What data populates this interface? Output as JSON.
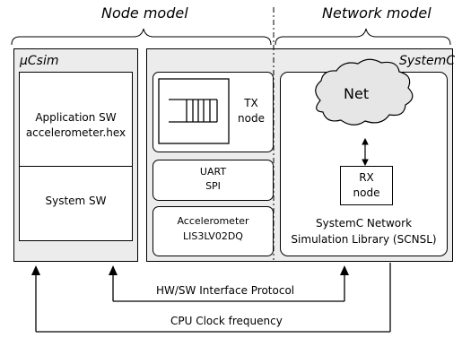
{
  "headers": {
    "node_model": "Node model",
    "network_model": "Network model"
  },
  "left_panel": {
    "title": "μCsim",
    "application_line1": "Application SW",
    "application_line2": "accelerometer.hex",
    "system_sw": "System SW"
  },
  "right_panel": {
    "title": "SystemC",
    "tx_line1": "TX",
    "tx_line2": "node",
    "uart": "UART",
    "spi": "SPI",
    "accel_line1": "Accelerometer",
    "accel_line2": "LIS3LV02DQ",
    "net": "Net",
    "rx_line1": "RX",
    "rx_line2": "node",
    "scnsl_line1": "SystemC Network",
    "scnsl_line2": "Simulation Library (SCNSL)"
  },
  "arrows": {
    "hw_sw": "HW/SW Interface Protocol",
    "cpu_clock": "CPU Clock frequency"
  },
  "colors": {
    "panel_fill": "#ececec",
    "cloud_fill": "#e6e6e6",
    "line": "#000000"
  }
}
